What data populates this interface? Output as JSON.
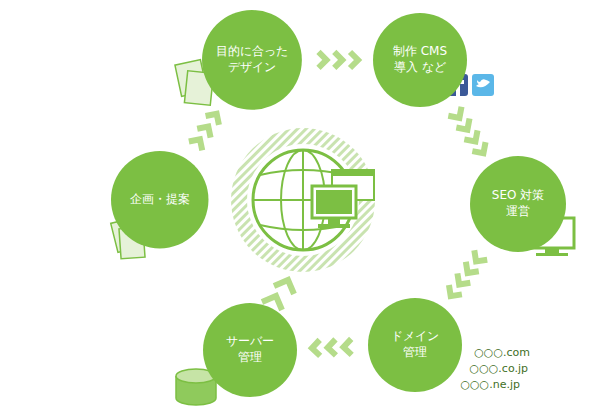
{
  "diagram": {
    "nodes": [
      {
        "text": [
          "目的に合った デザイン"
        ]
      },
      {
        "text": [
          "制作 CMS 導入 など"
        ]
      },
      {
        "text": [
          "SEO 対策 運営"
        ]
      },
      {
        "text": [
          "ドメイン 管理"
        ]
      },
      {
        "text": [
          "サーバー 管理"
        ]
      },
      {
        "text": [
          "企画・提案"
        ]
      }
    ],
    "edges": [
      {
        "from": 5,
        "to": 0,
        "arrow": "to"
      },
      {
        "from": 0,
        "to": 1,
        "arrow": "to"
      },
      {
        "from": 1,
        "to": 2,
        "arrow": "to"
      },
      {
        "from": 2,
        "to": 3,
        "arrow": "to"
      },
      {
        "from": 3,
        "to": 4,
        "arrow": "to"
      }
    ],
    "labels": [
      "○○○.com",
      "○○○.co.jp",
      "○○○.ne.jp"
    ]
  }
}
